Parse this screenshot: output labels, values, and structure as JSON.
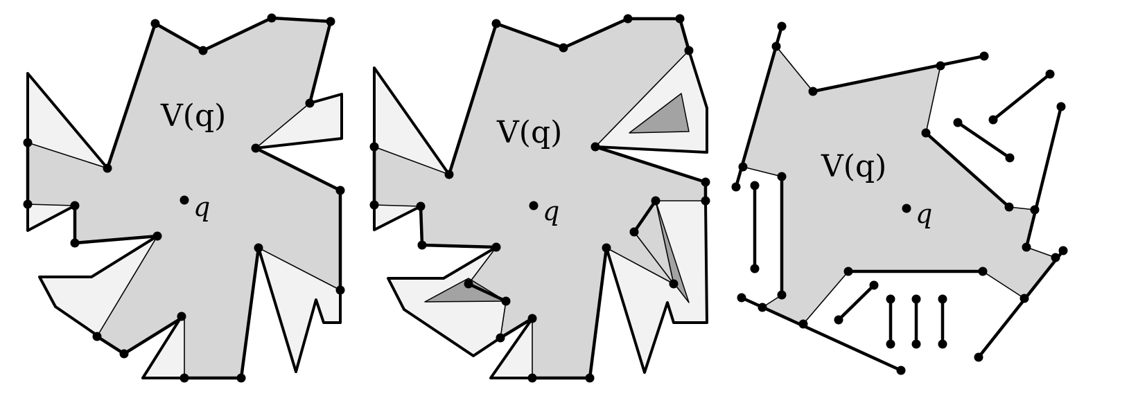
{
  "panels": [
    {
      "id": "simple-polygon",
      "region_label": "V(q)",
      "point_label": "q"
    },
    {
      "id": "polygon-with-holes",
      "region_label": "V(q)",
      "point_label": "q"
    },
    {
      "id": "segments",
      "region_label": "V(q)",
      "point_label": "q"
    }
  ],
  "colors": {
    "visible_region": "#d6d6d6",
    "shadow_region": "#f2f2f2",
    "hole": "#a3a3a3",
    "edge": "#000000"
  }
}
